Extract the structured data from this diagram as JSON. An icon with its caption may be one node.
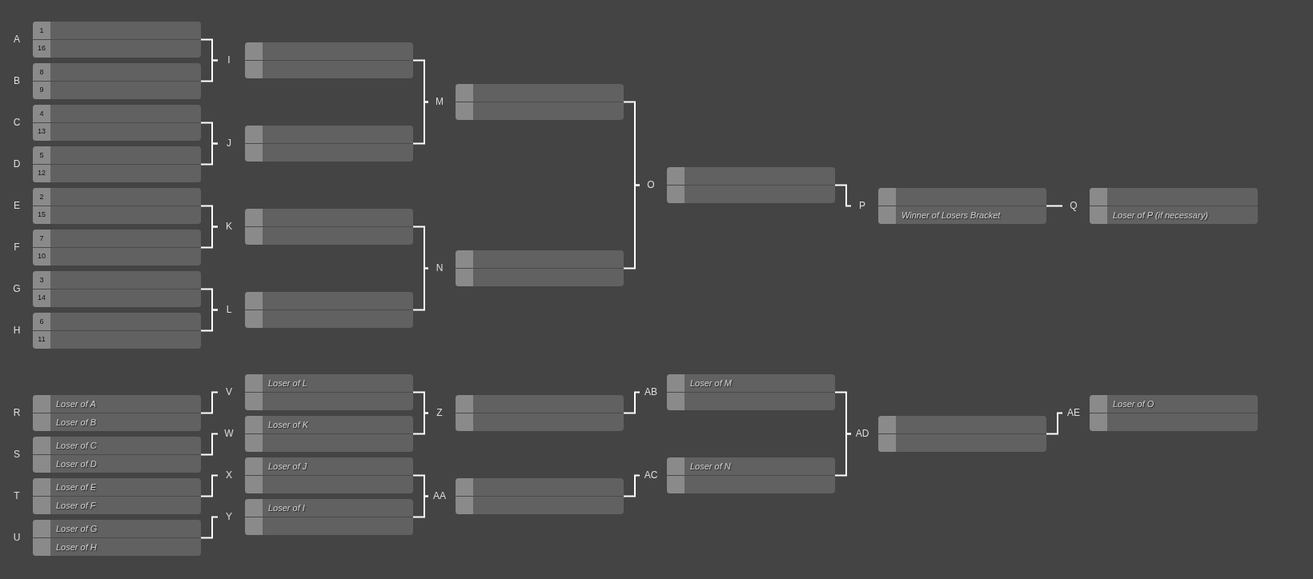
{
  "diagram": {
    "nodes": [
      {
        "text": [
          "A"
        ]
      },
      {
        "text": [
          "1"
        ],
        "in": 0
      },
      {
        "text": [
          "16"
        ],
        "in": 0
      },
      {
        "text": [
          "B"
        ]
      },
      {
        "text": [
          "8"
        ],
        "in": 3
      },
      {
        "text": [
          "9"
        ],
        "in": 3
      },
      {
        "text": [
          "C"
        ]
      },
      {
        "text": [
          "4"
        ],
        "in": 6
      },
      {
        "text": [
          "13"
        ],
        "in": 6
      },
      {
        "text": [
          "D"
        ]
      },
      {
        "text": [
          "5"
        ],
        "in": 9
      },
      {
        "text": [
          "12"
        ],
        "in": 9
      },
      {
        "text": [
          "E"
        ]
      },
      {
        "text": [
          "2"
        ],
        "in": 12
      },
      {
        "text": [
          "15"
        ],
        "in": 12
      },
      {
        "text": [
          "F"
        ]
      },
      {
        "text": [
          "7"
        ],
        "in": 15
      },
      {
        "text": [
          "10"
        ],
        "in": 15
      },
      {
        "text": [
          "G"
        ]
      },
      {
        "text": [
          "3"
        ],
        "in": 18
      },
      {
        "text": [
          "14"
        ],
        "in": 18
      },
      {
        "text": [
          "H"
        ]
      },
      {
        "text": [
          "6"
        ],
        "in": 21
      },
      {
        "text": [
          "11"
        ],
        "in": 21
      },
      {
        "text": [
          "I"
        ]
      },
      {
        "text": [],
        "shape": "bar",
        "in": 24
      },
      {
        "text": [],
        "shape": "bar",
        "in": 24
      },
      {
        "text": [
          "J"
        ]
      },
      {
        "text": [],
        "shape": "bar",
        "in": 27
      },
      {
        "text": [],
        "shape": "bar",
        "in": 27
      },
      {
        "text": [
          "K"
        ]
      },
      {
        "text": [],
        "shape": "bar",
        "in": 30
      },
      {
        "text": [],
        "shape": "bar",
        "in": 30
      },
      {
        "text": [
          "L"
        ]
      },
      {
        "text": [],
        "shape": "bar",
        "in": 33
      },
      {
        "text": [],
        "shape": "bar",
        "in": 33
      },
      {
        "text": [
          "M"
        ]
      },
      {
        "text": [],
        "shape": "bar",
        "in": 36
      },
      {
        "text": [],
        "shape": "bar",
        "in": 36
      },
      {
        "text": [
          "N"
        ]
      },
      {
        "text": [],
        "shape": "bar",
        "in": 39
      },
      {
        "text": [],
        "shape": "bar",
        "in": 39
      },
      {
        "text": [
          "O"
        ]
      },
      {
        "text": [],
        "shape": "bar",
        "in": 42
      },
      {
        "text": [],
        "shape": "bar",
        "in": 42
      },
      {
        "text": [
          "P"
        ]
      },
      {
        "text": [],
        "shape": "bar",
        "in": 45
      },
      {
        "text": [
          "Winner of Losers Bracket"
        ],
        "in": 45
      },
      {
        "text": [
          "Q"
        ]
      },
      {
        "text": [],
        "shape": "bar",
        "in": 48
      },
      {
        "text": [
          "Loser of P (if necessary)"
        ],
        "in": 48
      },
      {
        "text": [
          "R"
        ]
      },
      {
        "text": [
          "Loser of A"
        ],
        "in": 51
      },
      {
        "text": [
          "Loser of B"
        ],
        "in": 51
      },
      {
        "text": [
          "S"
        ]
      },
      {
        "text": [
          "Loser of C"
        ],
        "in": 54
      },
      {
        "text": [
          "Loser of D"
        ],
        "in": 54
      },
      {
        "text": [
          "T"
        ]
      },
      {
        "text": [
          "Loser of E"
        ],
        "in": 57
      },
      {
        "text": [
          "Loser of F"
        ],
        "in": 57
      },
      {
        "text": [
          "U"
        ]
      },
      {
        "text": [
          "Loser of G"
        ],
        "in": 60
      },
      {
        "text": [
          "Loser of H"
        ],
        "in": 60
      },
      {
        "text": [
          "V"
        ]
      },
      {
        "text": [
          "Loser of L"
        ],
        "in": 63
      },
      {
        "text": [],
        "shape": "bar",
        "in": 63
      },
      {
        "text": [
          "W"
        ]
      },
      {
        "text": [
          "Loser of K"
        ],
        "in": 66
      },
      {
        "text": [],
        "shape": "bar",
        "in": 66
      },
      {
        "text": [
          "X"
        ]
      },
      {
        "text": [
          "Loser of J"
        ],
        "in": 69
      },
      {
        "text": [],
        "shape": "bar",
        "in": 69
      },
      {
        "text": [
          "Y"
        ]
      },
      {
        "text": [
          "Loser of I"
        ],
        "in": 72
      },
      {
        "text": [],
        "shape": "bar",
        "in": 72
      },
      {
        "text": [
          "Z"
        ]
      },
      {
        "text": [],
        "shape": "bar",
        "in": 75
      },
      {
        "text": [],
        "shape": "bar",
        "in": 75
      },
      {
        "text": [
          "AA"
        ]
      },
      {
        "text": [],
        "shape": "bar",
        "in": 78
      },
      {
        "text": [],
        "shape": "bar",
        "in": 78
      },
      {
        "text": [
          "AB"
        ]
      },
      {
        "text": [
          "Loser of M"
        ],
        "in": 81
      },
      {
        "text": [],
        "shape": "bar",
        "in": 81
      },
      {
        "text": [
          "AC"
        ]
      },
      {
        "text": [
          "Loser of N"
        ],
        "in": 84
      },
      {
        "text": [],
        "shape": "bar",
        "in": 84
      },
      {
        "text": [
          "AD"
        ]
      },
      {
        "text": [],
        "shape": "bar",
        "in": 87
      },
      {
        "text": [],
        "shape": "bar",
        "in": 87
      },
      {
        "text": [
          "AE"
        ]
      },
      {
        "text": [
          "Loser of O"
        ],
        "in": 90
      },
      {
        "text": [],
        "shape": "bar",
        "in": 90
      }
    ],
    "edges": [
      {
        "from": 0,
        "to": 24,
        "arrow": "none"
      },
      {
        "from": 3,
        "to": 24,
        "arrow": "none"
      },
      {
        "from": 6,
        "to": 27,
        "arrow": "none"
      },
      {
        "from": 9,
        "to": 27,
        "arrow": "none"
      },
      {
        "from": 12,
        "to": 30,
        "arrow": "none"
      },
      {
        "from": 15,
        "to": 30,
        "arrow": "none"
      },
      {
        "from": 18,
        "to": 33,
        "arrow": "none"
      },
      {
        "from": 21,
        "to": 33,
        "arrow": "none"
      },
      {
        "from": 24,
        "to": 36,
        "arrow": "none"
      },
      {
        "from": 27,
        "to": 36,
        "arrow": "none"
      },
      {
        "from": 30,
        "to": 39,
        "arrow": "none"
      },
      {
        "from": 33,
        "to": 39,
        "arrow": "none"
      },
      {
        "from": 36,
        "to": 42,
        "arrow": "none"
      },
      {
        "from": 39,
        "to": 42,
        "arrow": "none"
      },
      {
        "from": 42,
        "to": 45,
        "arrow": "none"
      },
      {
        "from": 45,
        "to": 48,
        "arrow": "none"
      },
      {
        "from": 51,
        "to": 63,
        "arrow": "none"
      },
      {
        "from": 54,
        "to": 66,
        "arrow": "none"
      },
      {
        "from": 57,
        "to": 69,
        "arrow": "none"
      },
      {
        "from": 60,
        "to": 72,
        "arrow": "none"
      },
      {
        "from": 63,
        "to": 75,
        "arrow": "none"
      },
      {
        "from": 66,
        "to": 75,
        "arrow": "none"
      },
      {
        "from": 69,
        "to": 78,
        "arrow": "none"
      },
      {
        "from": 72,
        "to": 78,
        "arrow": "none"
      },
      {
        "from": 75,
        "to": 81,
        "arrow": "none"
      },
      {
        "from": 78,
        "to": 84,
        "arrow": "none"
      },
      {
        "from": 81,
        "to": 87,
        "arrow": "none"
      },
      {
        "from": 84,
        "to": 87,
        "arrow": "none"
      },
      {
        "from": 87,
        "to": 90,
        "arrow": "none"
      }
    ]
  }
}
